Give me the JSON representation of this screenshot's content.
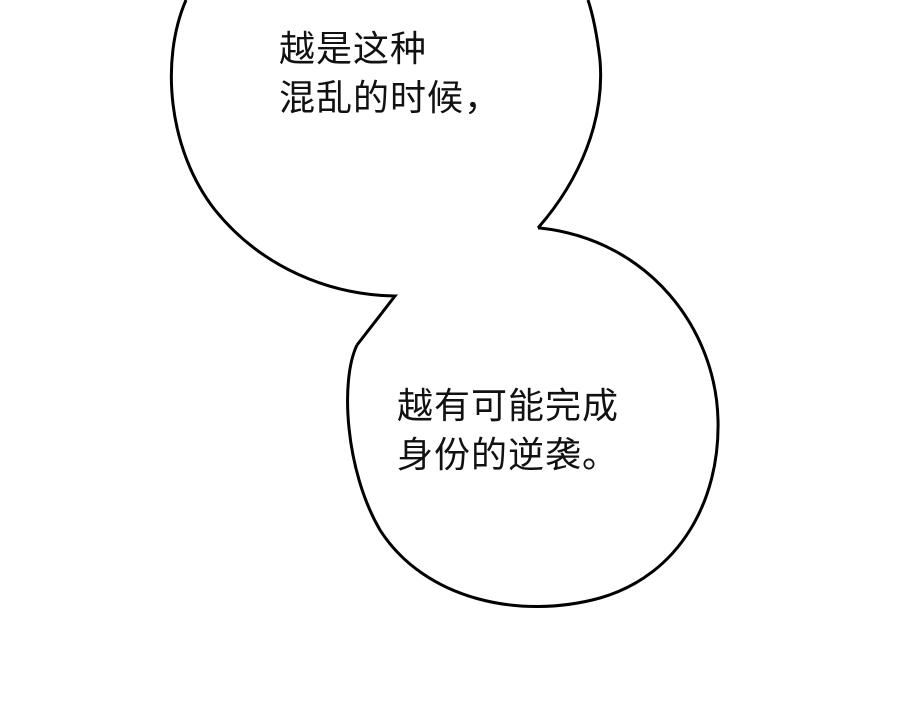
{
  "panel": {
    "background": "#ffffff",
    "outline_color": "#000000",
    "text_color": "#111111"
  },
  "bubbles": [
    {
      "lines": [
        "越是这种",
        "混乱的时候，"
      ]
    },
    {
      "lines": [
        "越有可能完成",
        "身份的逆袭。"
      ]
    }
  ]
}
